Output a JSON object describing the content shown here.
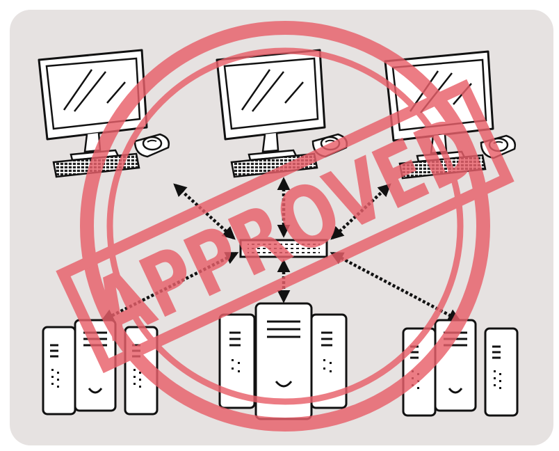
{
  "diagram": {
    "background_color": "#e6e2e1",
    "line_color": "#111111",
    "workstations": [
      {
        "name": "workstation-left",
        "parts": [
          "monitor-icon",
          "keyboard-icon",
          "mouse-icon"
        ]
      },
      {
        "name": "workstation-center",
        "parts": [
          "monitor-icon",
          "keyboard-icon",
          "mouse-icon"
        ]
      },
      {
        "name": "workstation-right",
        "parts": [
          "monitor-icon",
          "keyboard-icon",
          "mouse-icon"
        ]
      }
    ],
    "hub": {
      "icon": "network-switch-icon"
    },
    "server_clusters": [
      {
        "name": "server-cluster-left",
        "icon": "server-tower-icon"
      },
      {
        "name": "server-cluster-center",
        "icon": "server-tower-icon"
      },
      {
        "name": "server-cluster-right",
        "icon": "server-tower-icon"
      }
    ],
    "connections": {
      "style": "dotted-double-arrow"
    }
  },
  "stamp": {
    "text": "APPROVED",
    "color": "#e8606a",
    "opacity": 0.82,
    "icon": "approved-stamp-icon"
  }
}
